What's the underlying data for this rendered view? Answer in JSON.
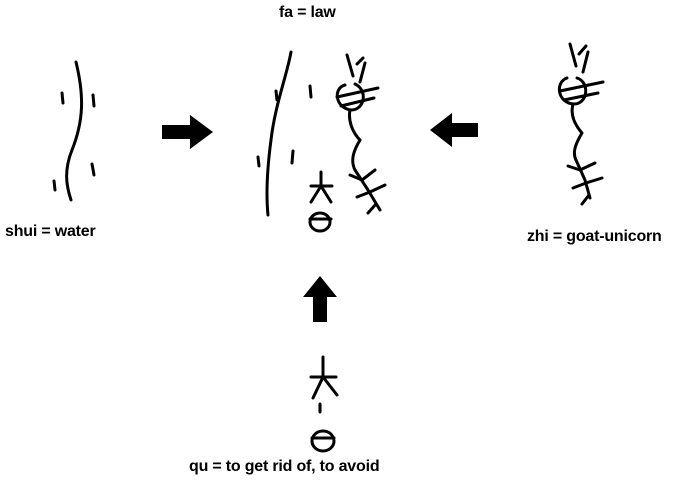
{
  "labels": {
    "fa": "fa = law",
    "shui": "shui = water",
    "zhi": "zhi = goat-unicorn",
    "qu": "qu = to get rid of, to avoid"
  }
}
